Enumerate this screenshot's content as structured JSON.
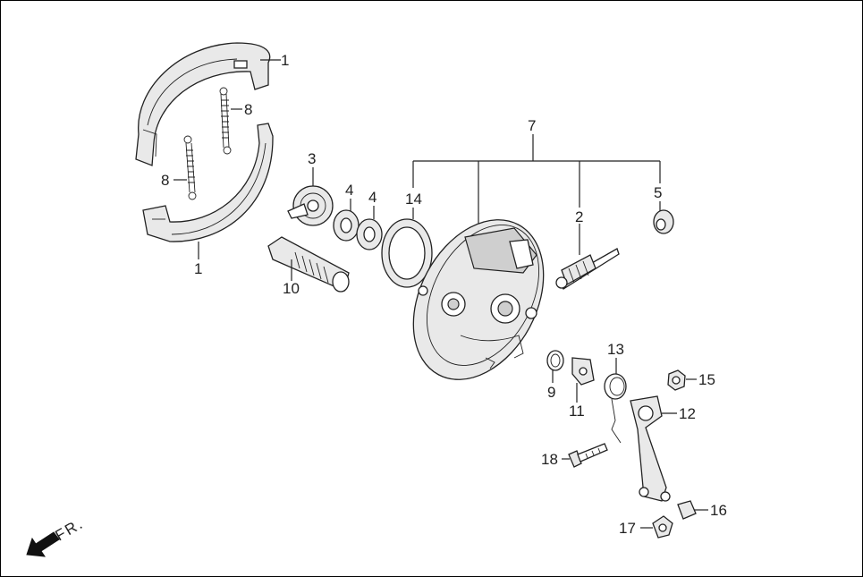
{
  "diagram": {
    "callouts": [
      {
        "id": "c1a",
        "label": "1"
      },
      {
        "id": "c1b",
        "label": "1"
      },
      {
        "id": "c2",
        "label": "2"
      },
      {
        "id": "c3",
        "label": "3"
      },
      {
        "id": "c4a",
        "label": "4"
      },
      {
        "id": "c4b",
        "label": "4"
      },
      {
        "id": "c5",
        "label": "5"
      },
      {
        "id": "c7",
        "label": "7"
      },
      {
        "id": "c8a",
        "label": "8"
      },
      {
        "id": "c8b",
        "label": "8"
      },
      {
        "id": "c9",
        "label": "9"
      },
      {
        "id": "c10",
        "label": "10"
      },
      {
        "id": "c11",
        "label": "11"
      },
      {
        "id": "c12",
        "label": "12"
      },
      {
        "id": "c13",
        "label": "13"
      },
      {
        "id": "c14",
        "label": "14"
      },
      {
        "id": "c15",
        "label": "15"
      },
      {
        "id": "c16",
        "label": "16"
      },
      {
        "id": "c17",
        "label": "17"
      },
      {
        "id": "c18",
        "label": "18"
      }
    ],
    "direction_label": "FR.",
    "colors": {
      "line": "#222222",
      "background": "#ffffff",
      "part_fill": "#e9e9e9"
    }
  }
}
